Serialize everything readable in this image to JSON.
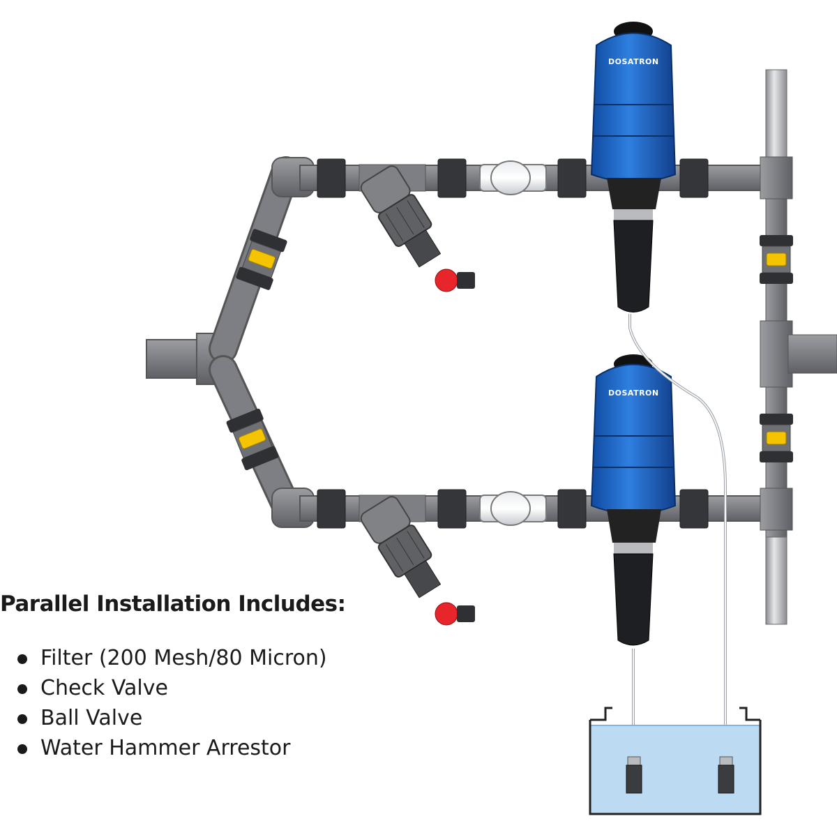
{
  "title": "Parallel Installation Includes:",
  "items": [
    "Filter (200 Mesh/80 Micron)",
    "Check Valve",
    "Ball Valve",
    "Water Hammer Arrestor"
  ],
  "dosatron_label": "DOSATRON",
  "colors": {
    "pipe": "#7d7f84",
    "pipe_dark": "#55575c",
    "dosatron_blue": "#1f63c6",
    "valve_handle": "#f5c400",
    "drain_valve": "#e8252a",
    "solution_water": "#bcdaf2"
  }
}
